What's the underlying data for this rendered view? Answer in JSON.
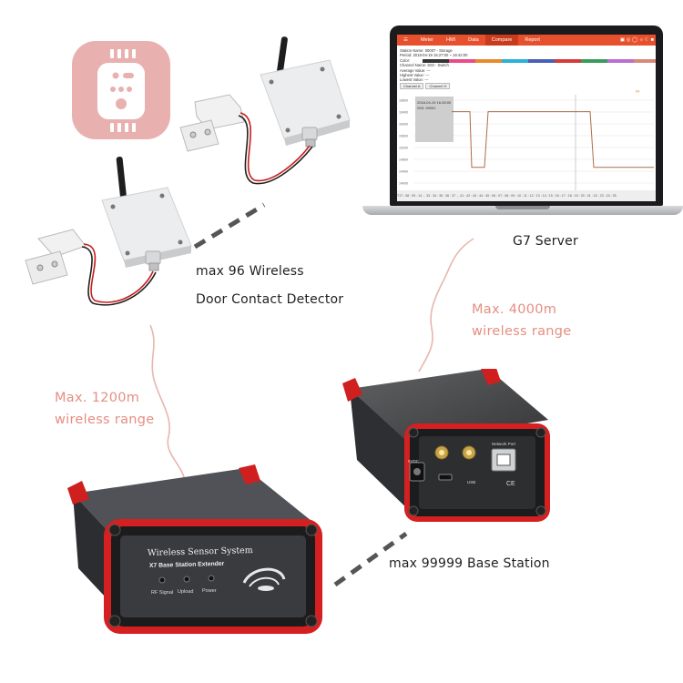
{
  "labels": {
    "server": "G7 Server",
    "detector_line1": "max 96 Wireless",
    "detector_line2": "Door Contact Detector",
    "base_station": "max 99999 Base Station",
    "range_1200_line1": "Max. 1200m",
    "range_1200_line2": "wireless range",
    "range_4000_line1": "Max. 4000m",
    "range_4000_line2": "wireless range"
  },
  "extender": {
    "brand": "Wireless Sensor System",
    "model": "X7 Base Station Extender",
    "leds": [
      "RF Signal",
      "Upload",
      "Power"
    ]
  },
  "base_station_device": {
    "power_label": "9VDC",
    "port_label": "Network Port",
    "usb_label": "USB",
    "ce_mark": "CE"
  },
  "screen": {
    "tabs": [
      "Meter",
      "HMI",
      "Data",
      "Compare",
      "Report"
    ],
    "active_tab": "Compare",
    "fields": [
      {
        "label": "Station Name:",
        "value": "00007 - Storage"
      },
      {
        "label": "Period:",
        "value": "2018-04-19 15:27:00 ~ 16:42:00"
      },
      {
        "label": "Color:",
        "value": ""
      },
      {
        "label": "Channel Name:",
        "value": "S03 - Switch"
      },
      {
        "label": "Average Value:",
        "value": "---"
      },
      {
        "label": "Highest Value:",
        "value": "---"
      },
      {
        "label": "Lowest Value:",
        "value": "---"
      }
    ],
    "channel_tabs": [
      "Channel A",
      "Channel H"
    ],
    "tooltip": [
      "2018-04-19 16:28:00",
      "S03: 90091"
    ],
    "y_ticks": [
      "16800",
      "16400",
      "16000",
      "15600",
      "15200",
      "14800",
      "14400",
      "14000"
    ],
    "palette": [
      "#333333",
      "#e94c89",
      "#e8892b",
      "#2bb0d6",
      "#4a5fb8",
      "#d63a3a",
      "#3a9c5a",
      "#b86fd0",
      "#d88a7a"
    ],
    "timeline": "T17 : 08 : 09 : 14 ... 33 : 34 : 35 : 36 : 37 ... 41 : 42 : 43 : 44 : 45 : 06 : 07 : 08 : 09 : 10 : 11 : 12 : 13 : 14 : 15 : 16 : 17 : 18 : 19 : 20 : 21 : 22 : 23 : 24 : 25"
  },
  "chart_data": {
    "type": "line",
    "series": [
      {
        "values": [
          0.86,
          0.86,
          0.86,
          0.18,
          0.18,
          0.86,
          0.86,
          0.86,
          0.86,
          0.86,
          0.86,
          0.18,
          0.18,
          0.18,
          0.18
        ]
      }
    ]
  }
}
